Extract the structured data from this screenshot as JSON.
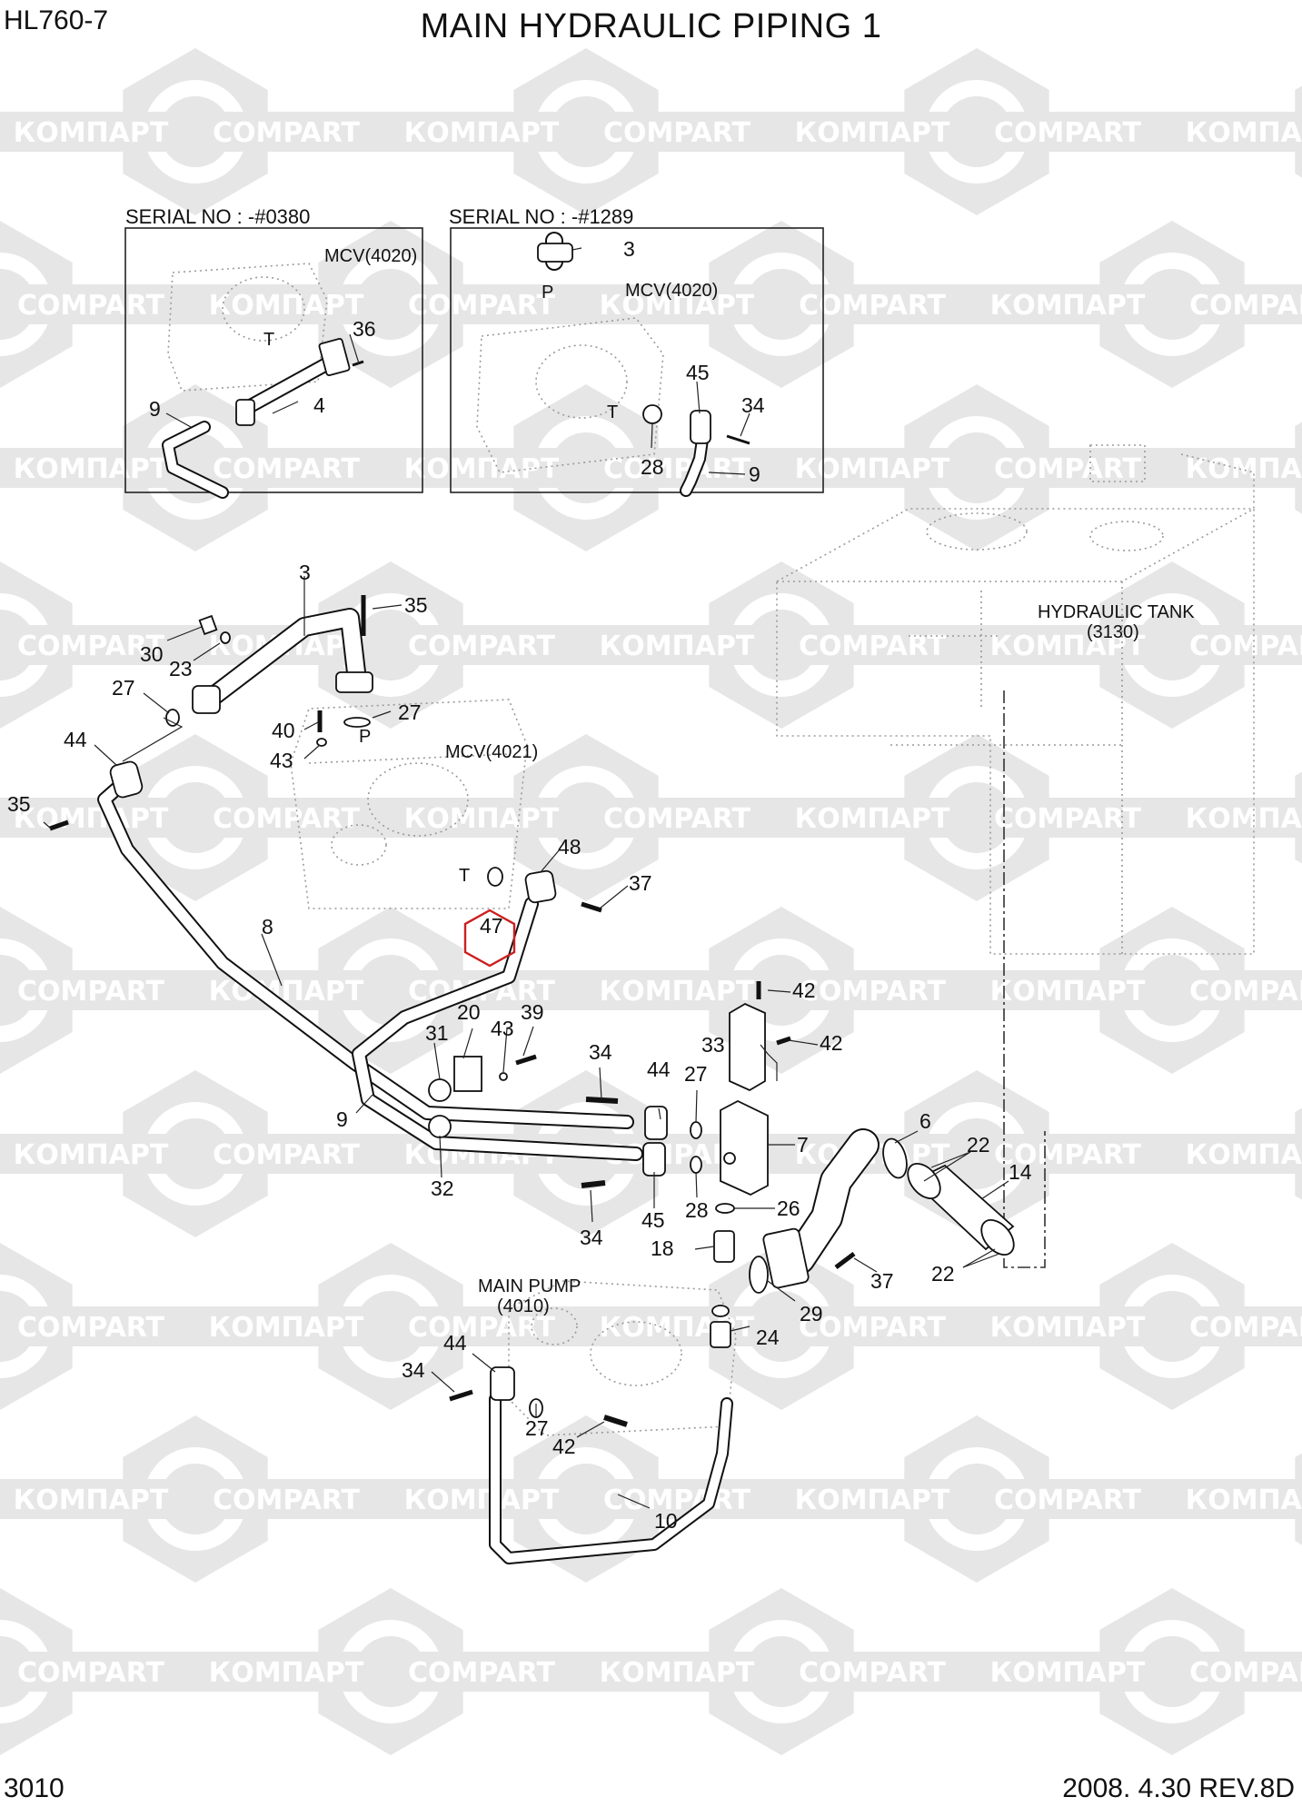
{
  "header": {
    "model": "HL760-7",
    "title": "MAIN HYDRAULIC PIPING 1"
  },
  "footer": {
    "page": "3010",
    "revision": "2008. 4.30  REV.8D"
  },
  "watermark": {
    "text_latin": "COMPART",
    "text_cyrillic": "КОМПАРТ",
    "color": "#e6e6e6"
  },
  "detail_a": {
    "serial": "SERIAL NO : -#0380",
    "mcv": "MCV(4020)",
    "port": "T"
  },
  "detail_b": {
    "serial": "SERIAL NO : -#1289",
    "mcv": "MCV(4020)",
    "port_p": "P",
    "port_t": "T"
  },
  "main": {
    "mcv": "MCV(4021)",
    "tank_line1": "HYDRAULIC TANK",
    "tank_line2": "(3130)",
    "pump_line1": "MAIN PUMP",
    "pump_line2": "(4010)",
    "port_p": "P",
    "port_t": "T"
  },
  "highlight": {
    "part": "47",
    "color": "#cc1f1f"
  },
  "callouts": {
    "a_36": "36",
    "a_4": "4",
    "a_9": "9",
    "b_3": "3",
    "b_45": "45",
    "b_34": "34",
    "b_28": "28",
    "b_9": "9",
    "c3": "3",
    "c35a": "35",
    "c30": "30",
    "c23": "23",
    "c27a": "27",
    "c27b": "27",
    "c40": "40",
    "c43a": "43",
    "c44a": "44",
    "c35b": "35",
    "c48": "48",
    "c37a": "37",
    "c8": "8",
    "c42a": "42",
    "c42b": "42",
    "c33": "33",
    "c20": "20",
    "c31": "31",
    "c43b": "43",
    "c39": "39",
    "c34a": "34",
    "c44b": "44",
    "c27c": "27",
    "c7": "7",
    "c9": "9",
    "c32": "32",
    "c34b": "34",
    "c45": "45",
    "c28": "28",
    "c26": "26",
    "c6": "6",
    "c22a": "22",
    "c14": "14",
    "c22b": "22",
    "c18": "18",
    "c37b": "37",
    "c29": "29",
    "c24": "24",
    "c44c": "44",
    "c34c": "34",
    "c27d": "27",
    "c42c": "42",
    "c10": "10"
  }
}
